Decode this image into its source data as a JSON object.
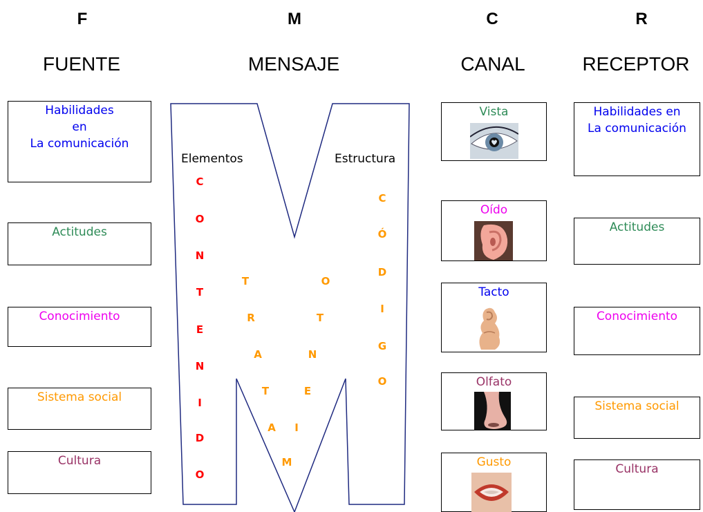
{
  "headers": {
    "f": {
      "letter": "F",
      "title": "FUENTE"
    },
    "m": {
      "letter": "M",
      "title": "MENSAJE"
    },
    "c": {
      "letter": "C",
      "title": "CANAL"
    },
    "r": {
      "letter": "R",
      "title": "RECEPTOR"
    }
  },
  "fuente": {
    "habilidades": [
      "Habilidades",
      "en",
      "La comunicación"
    ],
    "actitudes": "Actitudes",
    "conocimiento": "Conocimiento",
    "sistema_social": "Sistema social",
    "cultura": "Cultura"
  },
  "mensaje": {
    "elementos": "Elementos",
    "estructura": "Estructura",
    "contenido": [
      "C",
      "O",
      "N",
      "T",
      "E",
      "N",
      "I",
      "D",
      "O"
    ],
    "codigo": [
      "C",
      "Ó",
      "D",
      "I",
      "G",
      "O"
    ],
    "tratamiento_left": [
      "T",
      "R",
      "A",
      "T",
      "A",
      "M"
    ],
    "tratamiento_right": [
      "O",
      "T",
      "N",
      "E",
      "I"
    ]
  },
  "canal": {
    "vista": "Vista",
    "oido": "Oído",
    "tacto": "Tacto",
    "olfato": "Olfato",
    "gusto": "Gusto"
  },
  "receptor": {
    "habilidades": [
      "Habilidades en",
      "La comunicación"
    ],
    "actitudes": "Actitudes",
    "conocimiento": "Conocimiento",
    "sistema_social": "Sistema social",
    "cultura": "Cultura"
  },
  "colors": {
    "habilidades": "#0000ee",
    "actitudes": "#2e8b57",
    "conocimiento": "#ee00ee",
    "sistema_social": "#ff9900",
    "cultura": "#993366",
    "contenido": "#ff0000",
    "codigo": "#ff9900",
    "tratamiento": "#ff9900",
    "m_shape_stroke": "#1f2a80",
    "vista": "#2e8b57",
    "oido": "#ee00ee",
    "tacto": "#0000ee",
    "olfato": "#993366",
    "gusto": "#ff9900"
  }
}
